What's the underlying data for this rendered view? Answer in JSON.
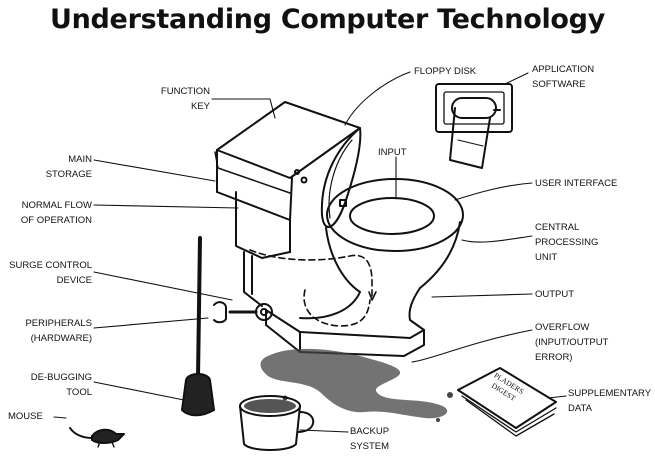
{
  "title": "Understanding Computer Technology",
  "labels": {
    "function_key": "FUNCTION\nKEY",
    "main_storage": "MAIN\nSTORAGE",
    "normal_flow": "NORMAL FLOW\nOF OPERATION",
    "surge_control": "SURGE CONTROL\nDEVICE",
    "peripherals": "PERIPHERALS\n(HARDWARE)",
    "debugging_tool": "DE-BUGGING\nTOOL",
    "mouse": "MOUSE",
    "floppy_disk": "FLOPPY DISK",
    "application_software": "APPLICATION\nSOFTWARE",
    "input": "INPUT",
    "user_interface": "USER INTERFACE",
    "cpu": "CENTRAL\nPROCESSING\nUNIT",
    "output": "OUTPUT",
    "overflow": "OVERFLOW\n(INPUT/OUTPUT\nERROR)",
    "supplementary_data": "SUPPLEMENTARY\nDATA",
    "backup_system": "BACKUP\nSYSTEM"
  },
  "magazine_text": "PLADERS\nDIGEST"
}
